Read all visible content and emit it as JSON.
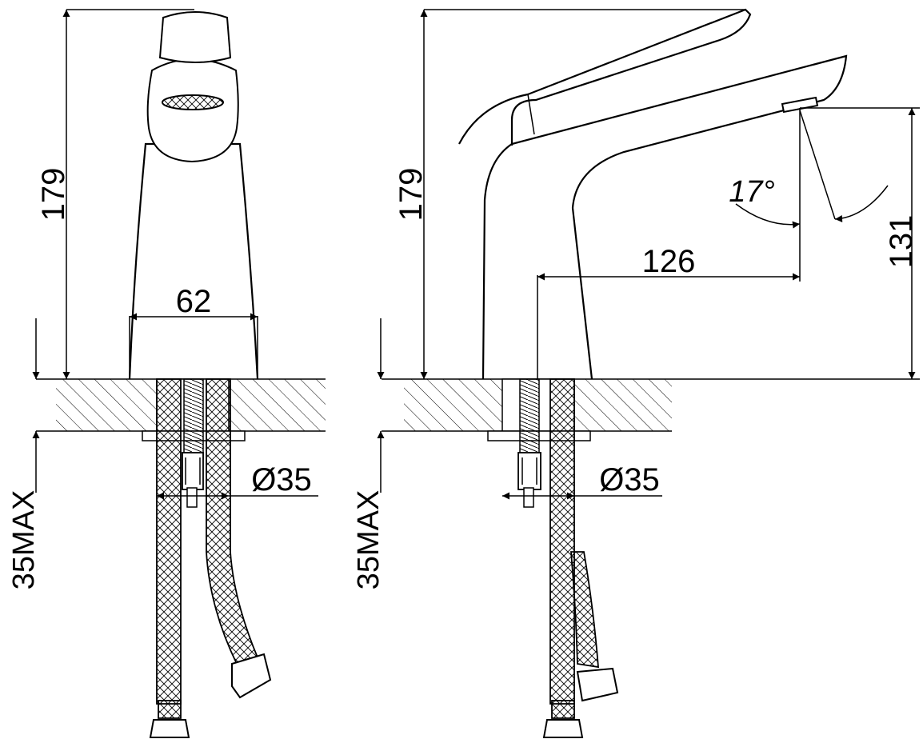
{
  "front_view": {
    "height_label": "179",
    "width_label": "62",
    "hole_label": "Ø35",
    "thickness_label": "35MAX"
  },
  "side_view": {
    "height_label": "179",
    "reach_label": "126",
    "spout_height_label": "131",
    "angle_label": "17°",
    "hole_label": "Ø35",
    "thickness_label": "35MAX"
  },
  "colors": {
    "line": "#000000",
    "background": "#ffffff"
  }
}
